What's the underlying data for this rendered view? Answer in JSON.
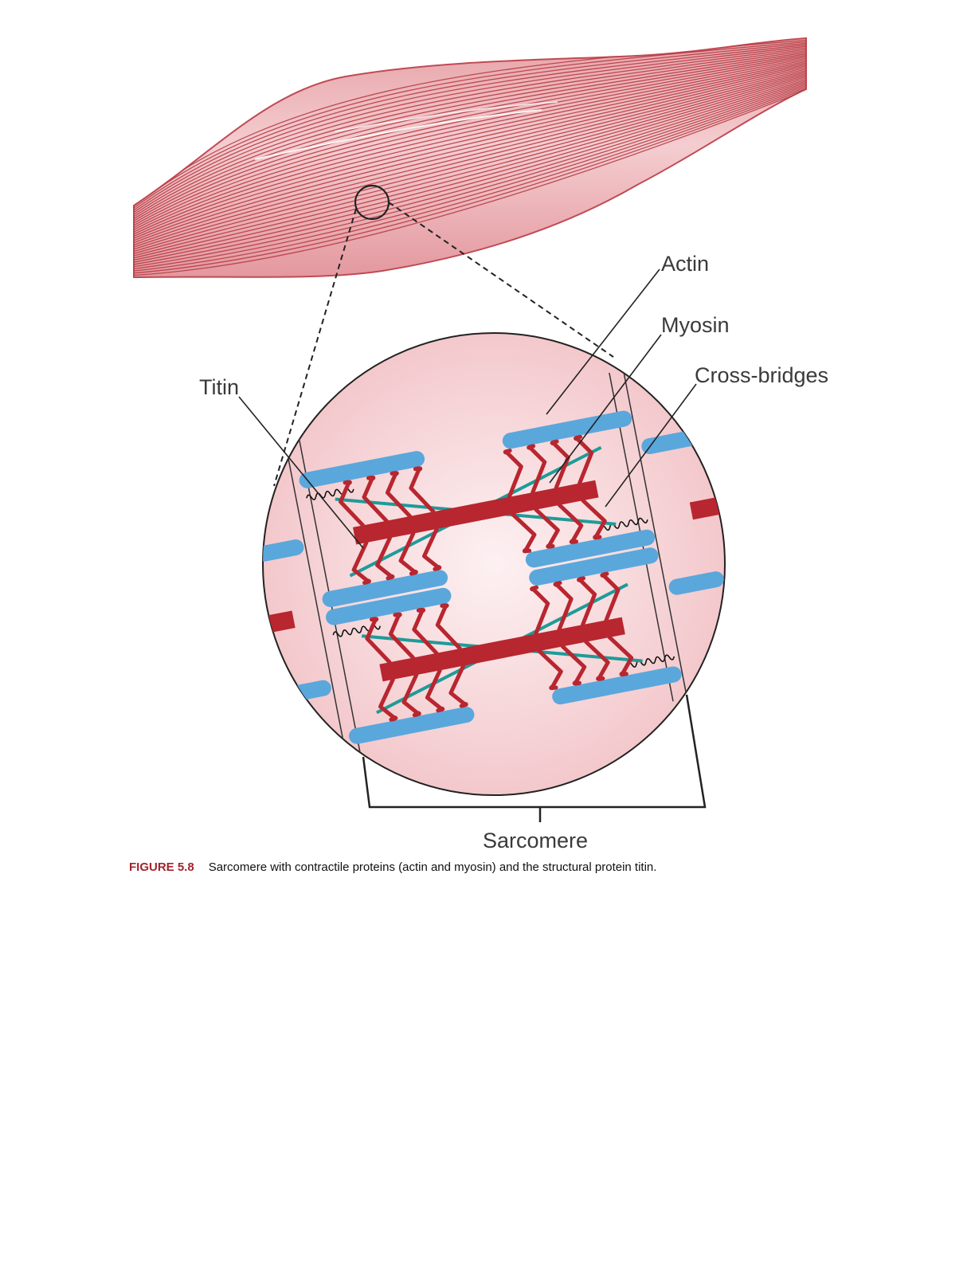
{
  "labels": {
    "actin": "Actin",
    "myosin": "Myosin",
    "cross_bridges": "Cross-bridges",
    "titin": "Titin",
    "sarcomere": "Sarcomere"
  },
  "caption": {
    "number": "FIGURE 5.8",
    "text": "Sarcomere with contractile proteins (actin and myosin) and the structural protein titin."
  },
  "colors": {
    "actin": "#5aa7dc",
    "myosin": "#b8262f",
    "titin": "#1f9b98",
    "muscle": "#e8a4a9",
    "muscle_fiber": "#b4353f",
    "circle_fill": "#f6d3d6",
    "caption_number": "#a3232e"
  }
}
